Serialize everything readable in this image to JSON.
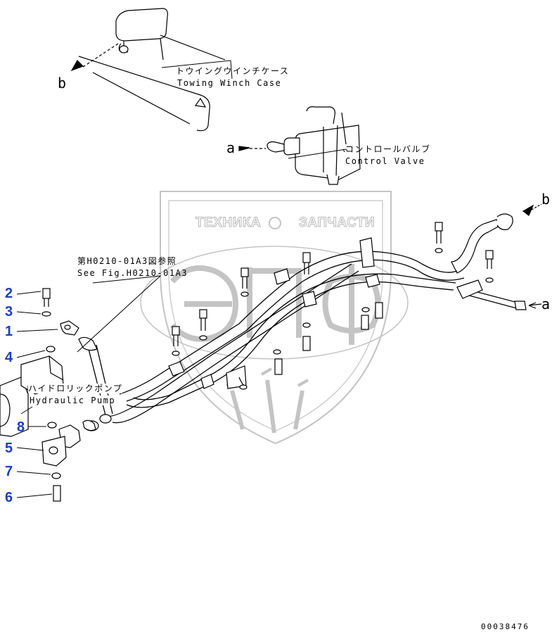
{
  "watermark": {
    "left_word": "ТЕХНИКА",
    "right_word": "ЗАПЧАСТИ",
    "logo_text": "ЭПФ"
  },
  "labels": {
    "winch_case_jp": "トウイングウインチケース",
    "winch_case_en": "Towing Winch Case",
    "control_valve_jp": "コントロールバルブ",
    "control_valve_en": "Control Valve",
    "see_fig_jp": "第H0210-01A3図参照",
    "see_fig_en": "See Fig.H0210-01A3",
    "pump_jp": "ハイドロリックポンプ",
    "pump_en": "Hydraulic Pump"
  },
  "connection_letters": {
    "b_left": "b",
    "a_left": "a",
    "b_right": "b",
    "a_right": "a"
  },
  "callouts": [
    "2",
    "3",
    "1",
    "4",
    "8",
    "5",
    "7",
    "6"
  ],
  "catalog_number": "00038476",
  "colors": {
    "callout": "#1a3fbf",
    "line": "#000000",
    "watermark": "#b8b8b8"
  }
}
